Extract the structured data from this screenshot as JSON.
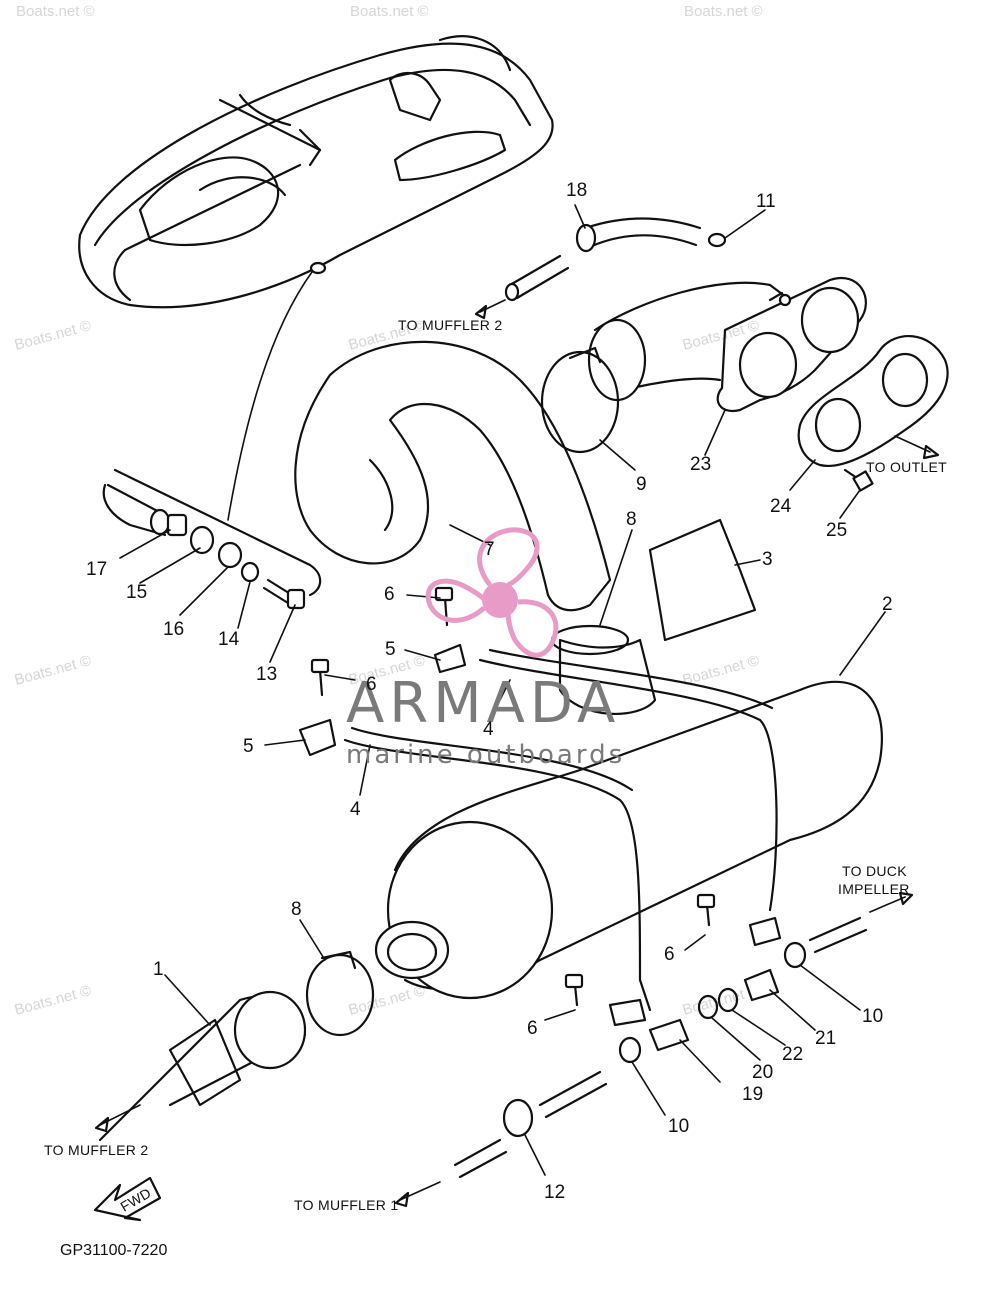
{
  "diagram_id": "GP31100-7220",
  "brand": {
    "name": "ARMADA",
    "tagline": "marine outboards",
    "logo_color": "#e79bc6"
  },
  "watermark_text": "Boats.net ©",
  "notes": {
    "to_muffler_2_top": "TO MUFFLER 2",
    "to_outlet": "TO OUTLET",
    "to_duck_impeller_line1": "TO DUCK",
    "to_duck_impeller_line2": "IMPELLER",
    "to_muffler_2_bottom": "TO MUFFLER 2",
    "to_muffler_1": "TO MUFFLER 1",
    "fwd": "FWD"
  },
  "part_labels": [
    "1",
    "2",
    "3",
    "4",
    "4",
    "5",
    "5",
    "6",
    "6",
    "6",
    "6",
    "7",
    "8",
    "8",
    "9",
    "10",
    "10",
    "11",
    "12",
    "13",
    "14",
    "15",
    "16",
    "17",
    "18",
    "19",
    "20",
    "21",
    "22",
    "23",
    "24",
    "25"
  ]
}
